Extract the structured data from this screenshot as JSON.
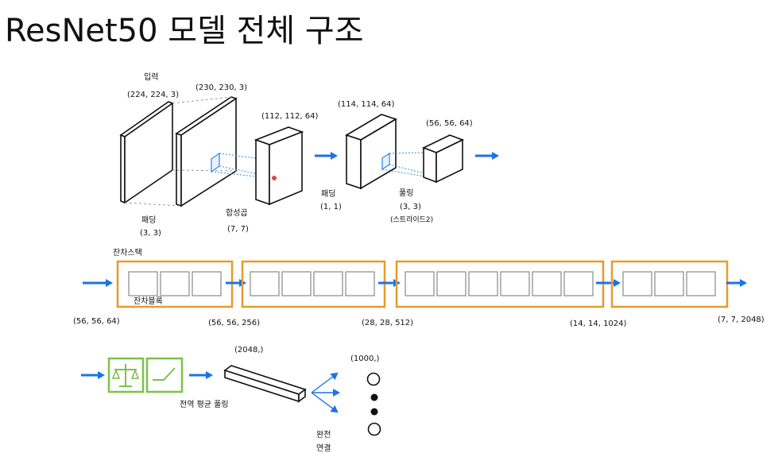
{
  "title": "ResNet50 모델 전체 구조",
  "labels": {
    "input": "입력",
    "input_shape": "(224, 224, 3)",
    "pad1_shape": "(230, 230, 3)",
    "padding1": "패딩",
    "padding1_param": "(3, 3)",
    "conv": "합성곱",
    "conv_param": "(7, 7)",
    "conv_shape": "(112, 112, 64)",
    "padding2": "패딩",
    "padding2_param": "(1, 1)",
    "pad2_shape": "(114, 114, 64)",
    "pool": "풀링",
    "pool_param": "(3, 3)",
    "pool_stride": "(스트라이드2)",
    "pool_shape": "(56, 56, 64)",
    "residual_stack": "잔차스택",
    "residual_block": "잔차블록",
    "shape_a": "(56, 56, 64)",
    "shape_b": "(56, 56, 256)",
    "shape_c": "(28, 28, 512)",
    "shape_d": "(14, 14, 1024)",
    "shape_e": "(7, 7, 2048)",
    "gap": "전역 평균 풀링",
    "gap_shape": "(2048,)",
    "fc_line1": "완전",
    "fc_line2": "연결",
    "output_shape": "(1000,)"
  },
  "stages": [
    {
      "blocks": 3
    },
    {
      "blocks": 4
    },
    {
      "blocks": 6
    },
    {
      "blocks": 3
    }
  ],
  "colors": {
    "arrow": "#1a73e8",
    "stage_border": "#e89a2c",
    "norm_relu_border": "#7cc24a",
    "dashed_gray": "#999999",
    "dashed_blue": "#3a8dde"
  },
  "icons": [
    "scale-icon",
    "relu-icon"
  ]
}
